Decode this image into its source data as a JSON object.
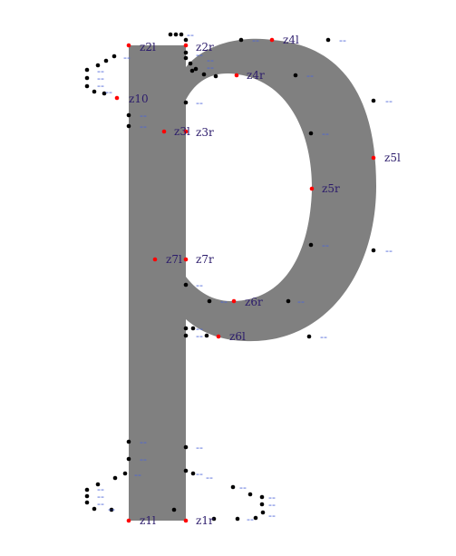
{
  "glyph": {
    "fill_color": "#808080",
    "key_point_color": "#ff0000",
    "control_point_color": "#000000",
    "label_color": "#2b1b6b",
    "dash_color": "#4b63d8"
  },
  "labels": {
    "z2l": "z2l",
    "z2r": "z2r",
    "z4l": "z4l",
    "z4r": "z4r",
    "z10": "z10",
    "z3l": "z3l",
    "z3r": "z3r",
    "z5l": "z5l",
    "z5r": "z5r",
    "z7l": "z7l",
    "z7r": "z7r",
    "z6r": "z6r",
    "z6l": "z6l",
    "z1l": "z1l",
    "z1r": "z1r"
  },
  "dash_text": "--"
}
